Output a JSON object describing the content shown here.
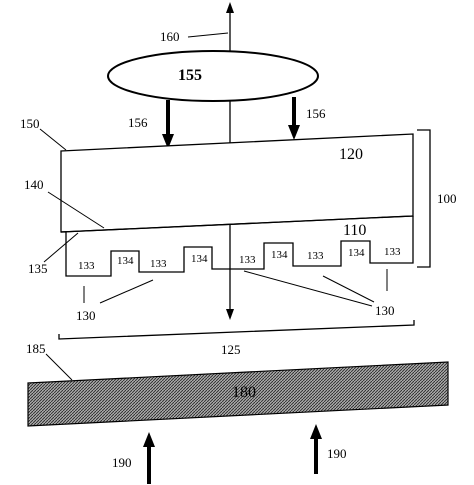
{
  "diagram": {
    "labels": {
      "axis": "160",
      "lens": "155",
      "arrow_left": "156",
      "arrow_right": "156",
      "layer_top_ref": "150",
      "layer_top": "120",
      "bracket": "100",
      "interface_ref": "140",
      "layer_bottom": "110",
      "surface_ref": "135",
      "seg_133": "133",
      "seg_134": "134",
      "grating_left": "130",
      "grating_right": "130",
      "span": "125",
      "substrate_ref": "185",
      "substrate": "180",
      "source_left": "190",
      "source_right": "190"
    },
    "colors": {
      "stroke": "#000000",
      "substrate_fill": "#8a8a8a"
    }
  }
}
